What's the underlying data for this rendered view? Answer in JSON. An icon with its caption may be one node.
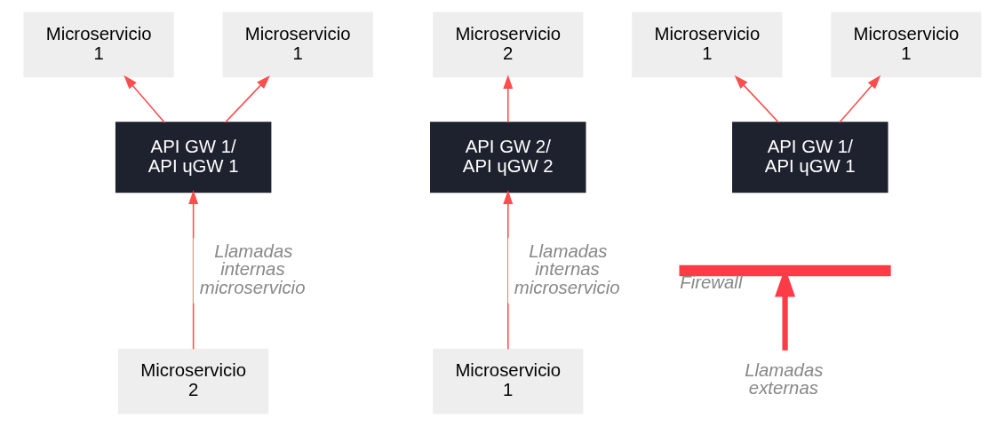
{
  "diagram": {
    "nodes": [
      {
        "text": [
          "Microservicio 1"
        ]
      },
      {
        "text": [
          "Microservicio 1"
        ]
      },
      {
        "text": [
          "API GW 1/ API ɥGW 1"
        ]
      },
      {
        "text": [
          "Microservicio 2"
        ]
      },
      {
        "text": [
          "Microservicio 2"
        ]
      },
      {
        "text": [
          "API GW 2/ API ɥGW 2"
        ]
      },
      {
        "text": [
          "Microservicio 1"
        ]
      },
      {
        "text": [
          "Microservicio 1"
        ]
      },
      {
        "text": [
          "Microservicio 1"
        ]
      },
      {
        "text": [
          "API GW 1/ API ɥGW 1"
        ]
      },
      {
        "text": [],
        "shape": "bar",
        "beside": [
          "Firewall"
        ]
      },
      {
        "text": [
          "Llamadas externas"
        ]
      }
    ],
    "edges": [
      {
        "from": 2,
        "to": 0,
        "arrow": "to"
      },
      {
        "from": 2,
        "to": 1,
        "arrow": "to"
      },
      {
        "from": 3,
        "to": 2,
        "arrow": "to",
        "label": "Llamadas internas microservicio"
      },
      {
        "from": 5,
        "to": 4,
        "arrow": "to"
      },
      {
        "from": 6,
        "to": 5,
        "arrow": "to",
        "label": "Llamadas internas microservicio"
      },
      {
        "from": 9,
        "to": 7,
        "arrow": "to"
      },
      {
        "from": 9,
        "to": 8,
        "arrow": "to"
      },
      {
        "from": 11,
        "to": 10,
        "arrow": "to",
        "style": "thick"
      }
    ]
  }
}
